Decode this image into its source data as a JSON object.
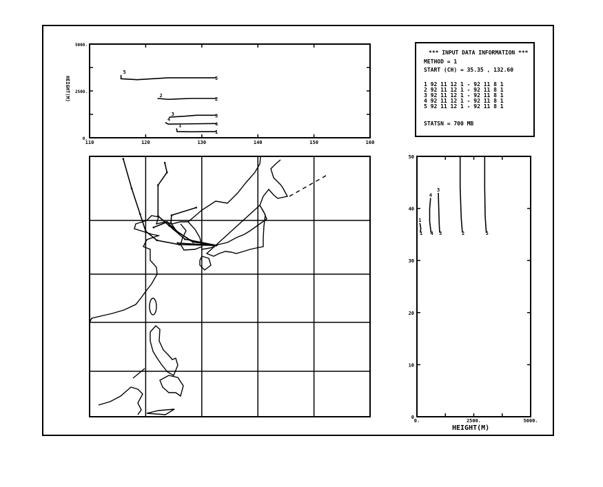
{
  "info_box": {
    "title": "*** INPUT DATA INFORMATION ***",
    "method": "METHOD     =  1",
    "start": "START (CH) = 35.35    , 132.60",
    "rows": [
      "1 92 11 12 1  -  92 11 8  1",
      "2 92 11 12 1  -  92 11 8  1",
      "3 92 11 12 1  -  92 11 8  1",
      "4 92 11 12 1  -  92 11 8  1",
      "5 92 11 12 1  -  92 11 8  1"
    ],
    "station": "STATSN    =  700    MB"
  },
  "chart_data": [
    {
      "type": "line",
      "name": "height-vs-longitude",
      "ylabel": "HEIGHT(M)",
      "xlabel": "",
      "xlim": [
        110,
        160
      ],
      "ylim": [
        0,
        5000
      ],
      "xticks": [
        "110",
        "120",
        "130",
        "140",
        "150",
        "160"
      ],
      "yticks": [
        "0.",
        "2500.",
        "5000."
      ],
      "series": [
        {
          "name": "1",
          "x": [
            125.5,
            125.6,
            128,
            132.6
          ],
          "y": [
            500,
            330,
            320,
            330
          ]
        },
        {
          "name": "2",
          "x": [
            122.1,
            124,
            128,
            132.6
          ],
          "y": [
            2100,
            2050,
            2100,
            2100
          ]
        },
        {
          "name": "3",
          "x": [
            124.2,
            127,
            129,
            132.6
          ],
          "y": [
            1100,
            1150,
            1200,
            1200
          ]
        },
        {
          "name": "4",
          "x": [
            123.5,
            124,
            127,
            132.6
          ],
          "y": [
            820,
            730,
            740,
            760
          ]
        },
        {
          "name": "5",
          "x": [
            115.6,
            115.6,
            118.5,
            124,
            132.6
          ],
          "y": [
            3350,
            3150,
            3100,
            3200,
            3200
          ]
        }
      ]
    },
    {
      "type": "line",
      "name": "latitude-vs-height",
      "xlabel": "HEIGHT(M)",
      "ylabel": "",
      "xlim": [
        0,
        5000
      ],
      "ylim": [
        0,
        50
      ],
      "xticks": [
        "0.",
        "2500.",
        "5000."
      ],
      "yticks": [
        "0",
        "10",
        "20",
        "30",
        "40",
        "50"
      ],
      "series": [
        {
          "name": "1",
          "x": [
            150,
            170,
            130
          ],
          "y": [
            35.35,
            36.2,
            37.2
          ]
        },
        {
          "name": "4",
          "x": [
            620,
            560,
            560,
            600
          ],
          "y": [
            35.35,
            37.5,
            40,
            42
          ]
        },
        {
          "name": "3",
          "x": [
            1000,
            980,
            960,
            940
          ],
          "y": [
            35.35,
            37,
            40,
            43
          ]
        },
        {
          "name": "2",
          "x": [
            2000,
            1950,
            1900,
            1900
          ],
          "y": [
            35.35,
            38,
            44,
            50
          ]
        },
        {
          "name": "5",
          "x": [
            3050,
            3000,
            2980,
            2980
          ],
          "y": [
            35.35,
            38.5,
            44,
            50
          ]
        }
      ]
    },
    {
      "type": "line",
      "name": "trajectory-map",
      "xlim": [
        110,
        160
      ],
      "ylim": [
        0,
        50
      ],
      "series": [
        {
          "name": "1",
          "lon": [
            125.7,
            128.5,
            132.6
          ],
          "lat": [
            35.8,
            35.6,
            35.35
          ]
        },
        {
          "name": "2",
          "lon": [
            123.4,
            123.8,
            122.2,
            122.2,
            124.2,
            127,
            132.6
          ],
          "lat": [
            49,
            47.5,
            45.5,
            40.7,
            39,
            36.5,
            35.35
          ]
        },
        {
          "name": "3",
          "lon": [
            121.4,
            123.8,
            125.5,
            128,
            132.6
          ],
          "lat": [
            38.7,
            39.7,
            38,
            36.3,
            35.35
          ]
        },
        {
          "name": "4",
          "lon": [
            129,
            124.6,
            124.5,
            125.5,
            128.4,
            132.6
          ],
          "lat": [
            42,
            40.8,
            39.5,
            38,
            36,
            35.35
          ]
        },
        {
          "name": "5",
          "lon": [
            116,
            117.5,
            119,
            120,
            122,
            126,
            132.6
          ],
          "lat": [
            49.6,
            45,
            41,
            38,
            36.3,
            35.5,
            35.35
          ]
        }
      ]
    }
  ]
}
